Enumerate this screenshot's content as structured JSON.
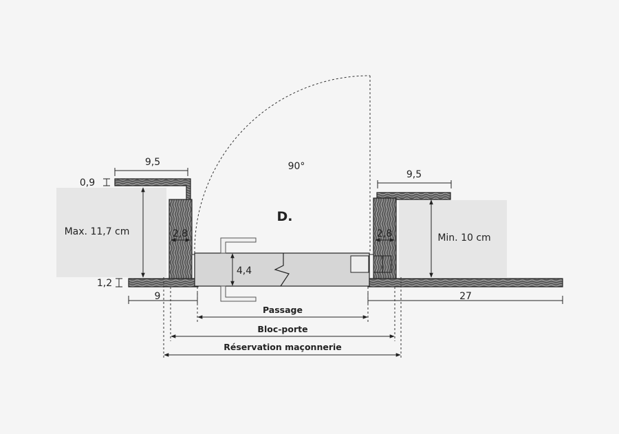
{
  "labels": {
    "angle": "90°",
    "door_letter": "D.",
    "left_top_width": "9,5",
    "right_top_width": "9,5",
    "top_thickness": "0,9",
    "max_wall": "Max. 11,7 cm",
    "min_wall": "Min. 10 cm",
    "left_jamb": "2,8",
    "right_jamb": "2,8",
    "door_thickness": "4,4",
    "bottom_thickness": "1,2",
    "left_bottom_width": "9",
    "right_bottom_width": "27",
    "passage": "Passage",
    "bloc_porte": "Bloc-porte",
    "reservation": "Réservation maçonnerie"
  },
  "colors": {
    "background": "#f5f5f5",
    "wall": "#e6e6e6",
    "door_leaf": "#d6d6d6",
    "wood": "#5a5a5a",
    "line": "#222222"
  }
}
